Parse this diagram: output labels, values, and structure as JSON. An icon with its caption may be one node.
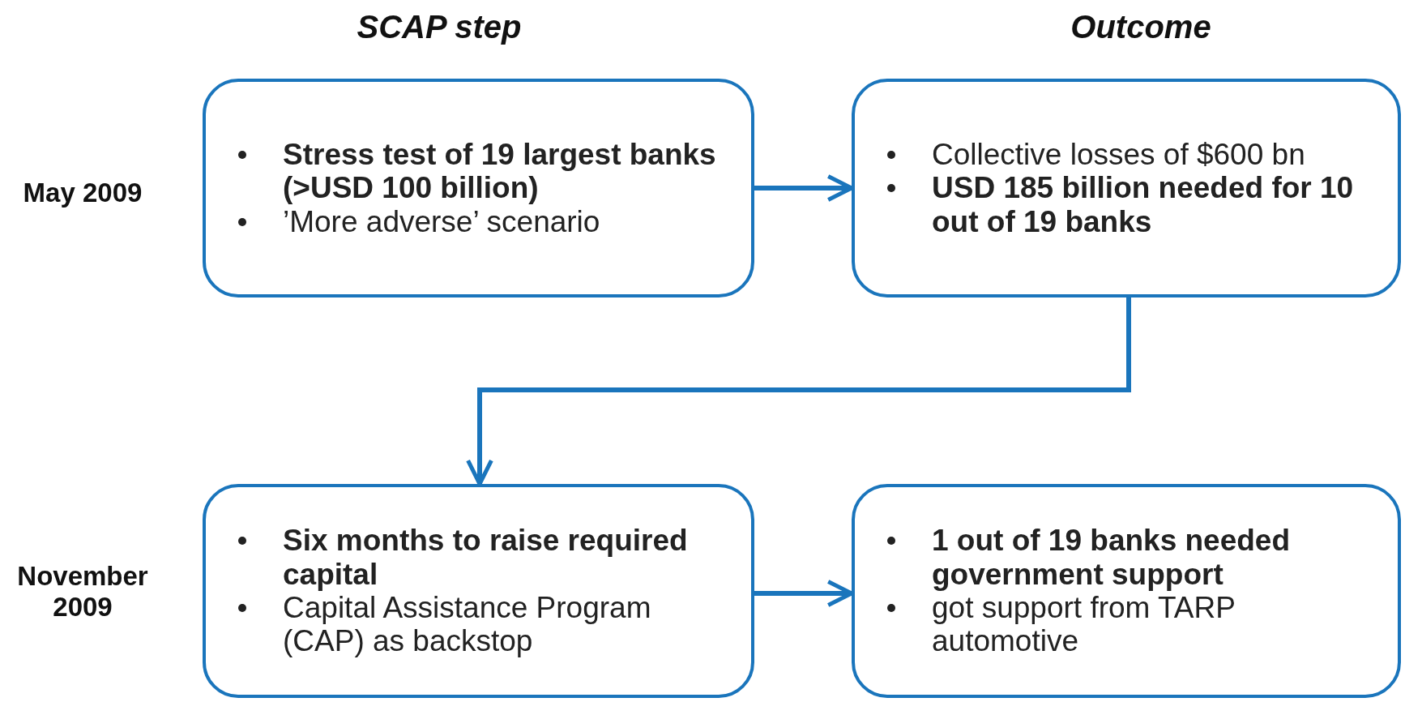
{
  "diagram": {
    "nodes": [
      {
        "text": [
          "**Stress test of 19 largest banks (>USD 100 billion)**",
          "’More adverse’ scenario"
        ]
      },
      {
        "text": [
          "Collective losses of $600 bn",
          "**USD 185 billion needed for 10 out of 19 banks**"
        ]
      },
      {
        "text": [
          "**Six months to raise required capital**",
          "Capital Assistance Program (CAP) as backstop"
        ]
      },
      {
        "text": [
          "**1 out of 19 banks needed government support**",
          "got support from TARP automotive"
        ]
      }
    ],
    "edges": [
      {
        "from": 0,
        "to": 1,
        "arrow": "to"
      },
      {
        "from": 1,
        "to": 2,
        "arrow": "to"
      },
      {
        "from": 2,
        "to": 3,
        "arrow": "to"
      }
    ],
    "labels": [
      "SCAP step",
      "Outcome",
      "May 2009",
      "November 2009"
    ]
  }
}
